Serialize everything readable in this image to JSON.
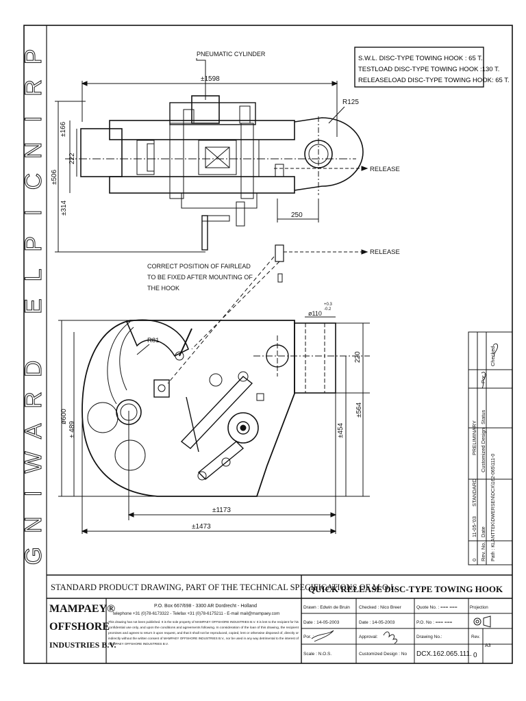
{
  "watermark": [
    "P",
    "R",
    "I",
    "N",
    "C",
    "I",
    "P",
    "L",
    "E",
    "D",
    "R",
    "A",
    "W",
    "I",
    "N",
    "G"
  ],
  "spec_box": {
    "lines": [
      "S.W.L. DISC-TYPE TOWING HOOK      : 65 T.",
      "TESTLOAD DISC-TYPE TOWING HOOK    :130 T.",
      "RELEASELOAD DISC-TYPE TOWING HOOK: 65 T."
    ]
  },
  "labels": {
    "pneumatic_cylinder": "PNEUMATIC CYLINDER",
    "release_1": "RELEASE",
    "release_2": "RELEASE",
    "fairlead_note": [
      "CORRECT POSITION OF FAIRLEAD",
      "TO BE FIXED AFTER MOUNTING OF",
      "THE HOOK"
    ]
  },
  "dimensions": {
    "top_length": "±1598",
    "r125": "R125",
    "d166": "±166",
    "d222": "222",
    "d506": "±506",
    "d314": "±314",
    "d250": "250",
    "d110": "ø110",
    "tol_up": "+0.3",
    "tol_low": "-0.2",
    "r81": "R81",
    "d220": "220",
    "d564": "±564",
    "d454": "±454",
    "d600": "ø600",
    "d489": "± 489",
    "d1173": "±1173",
    "d1473": "±1473"
  },
  "revision": {
    "rev": "0",
    "date": "11-05-'03",
    "desc": "STANDARD",
    "status": "PRELIMINARY",
    "customized": "Customized Design",
    "por": "Por.",
    "checked": "Checked",
    "rev_no": "Rev. No.",
    "date_label": "Date",
    "status_label": "Status",
    "path": "Path : KLANTTEK\\DWERSEN\\DCX\\162-065\\111-0"
  },
  "title_block": {
    "header": "STANDARD PRODUCT DRAWING, PART OF THE TECHNICAL SPECIFICATIONS OF M.O.I.",
    "title": "QUICK RELEASE DISC-TYPE TOWING HOOK",
    "company": [
      "MAMPAEY®",
      "OFFSHORE",
      "INDUSTRIES B.V."
    ],
    "address": "P.O. Box 667/698 - 3300 AR Dordrecht - Holland",
    "phone": "telephone +31 (0)78-6173322 - Telefax +31 (0)78-6175211 - E-mail mail@mampaey.com",
    "disclaimer": [
      "This drawing has not been published. It is the sole property of MAMPAEY OFFSHORE INDUSTRIES B.V. It is lent to the recipient for his",
      "confidential use only, and upon the conditions and agreements following. In consideration of the loan of this drawing, the recipient",
      "promises and agrees to return it upon request, and that it shall not be reproduced, copied, lent or otherwise disposed of, directly or",
      "indirectly without the written consent of MAMPAEY OFFSHORE INDUSTRIES B.V., nor be used in any way detrimental to the interest of",
      "MAMPAEY OFFSHORE INDUSTRIES B.V."
    ],
    "drawn": "Drawn : Edwin de Bruin",
    "checked": "Checked : Nico Breer",
    "quote": "Quote No. : === ===",
    "projection": "Projection",
    "date1": "Date   : 14-05-2003",
    "date2": "Date   : 14-05-2003",
    "po": "P.O. No : === ===",
    "por": "Por. :",
    "approval": "Approval:",
    "drawing_no_label": "Drawing No.:",
    "rev_label": "Rev.",
    "scale": "Scale : N.O.S.",
    "customized": "Customized Design : No",
    "drawing_no": "DCX.162.065.111.",
    "rev": "0",
    "size": "A3"
  }
}
